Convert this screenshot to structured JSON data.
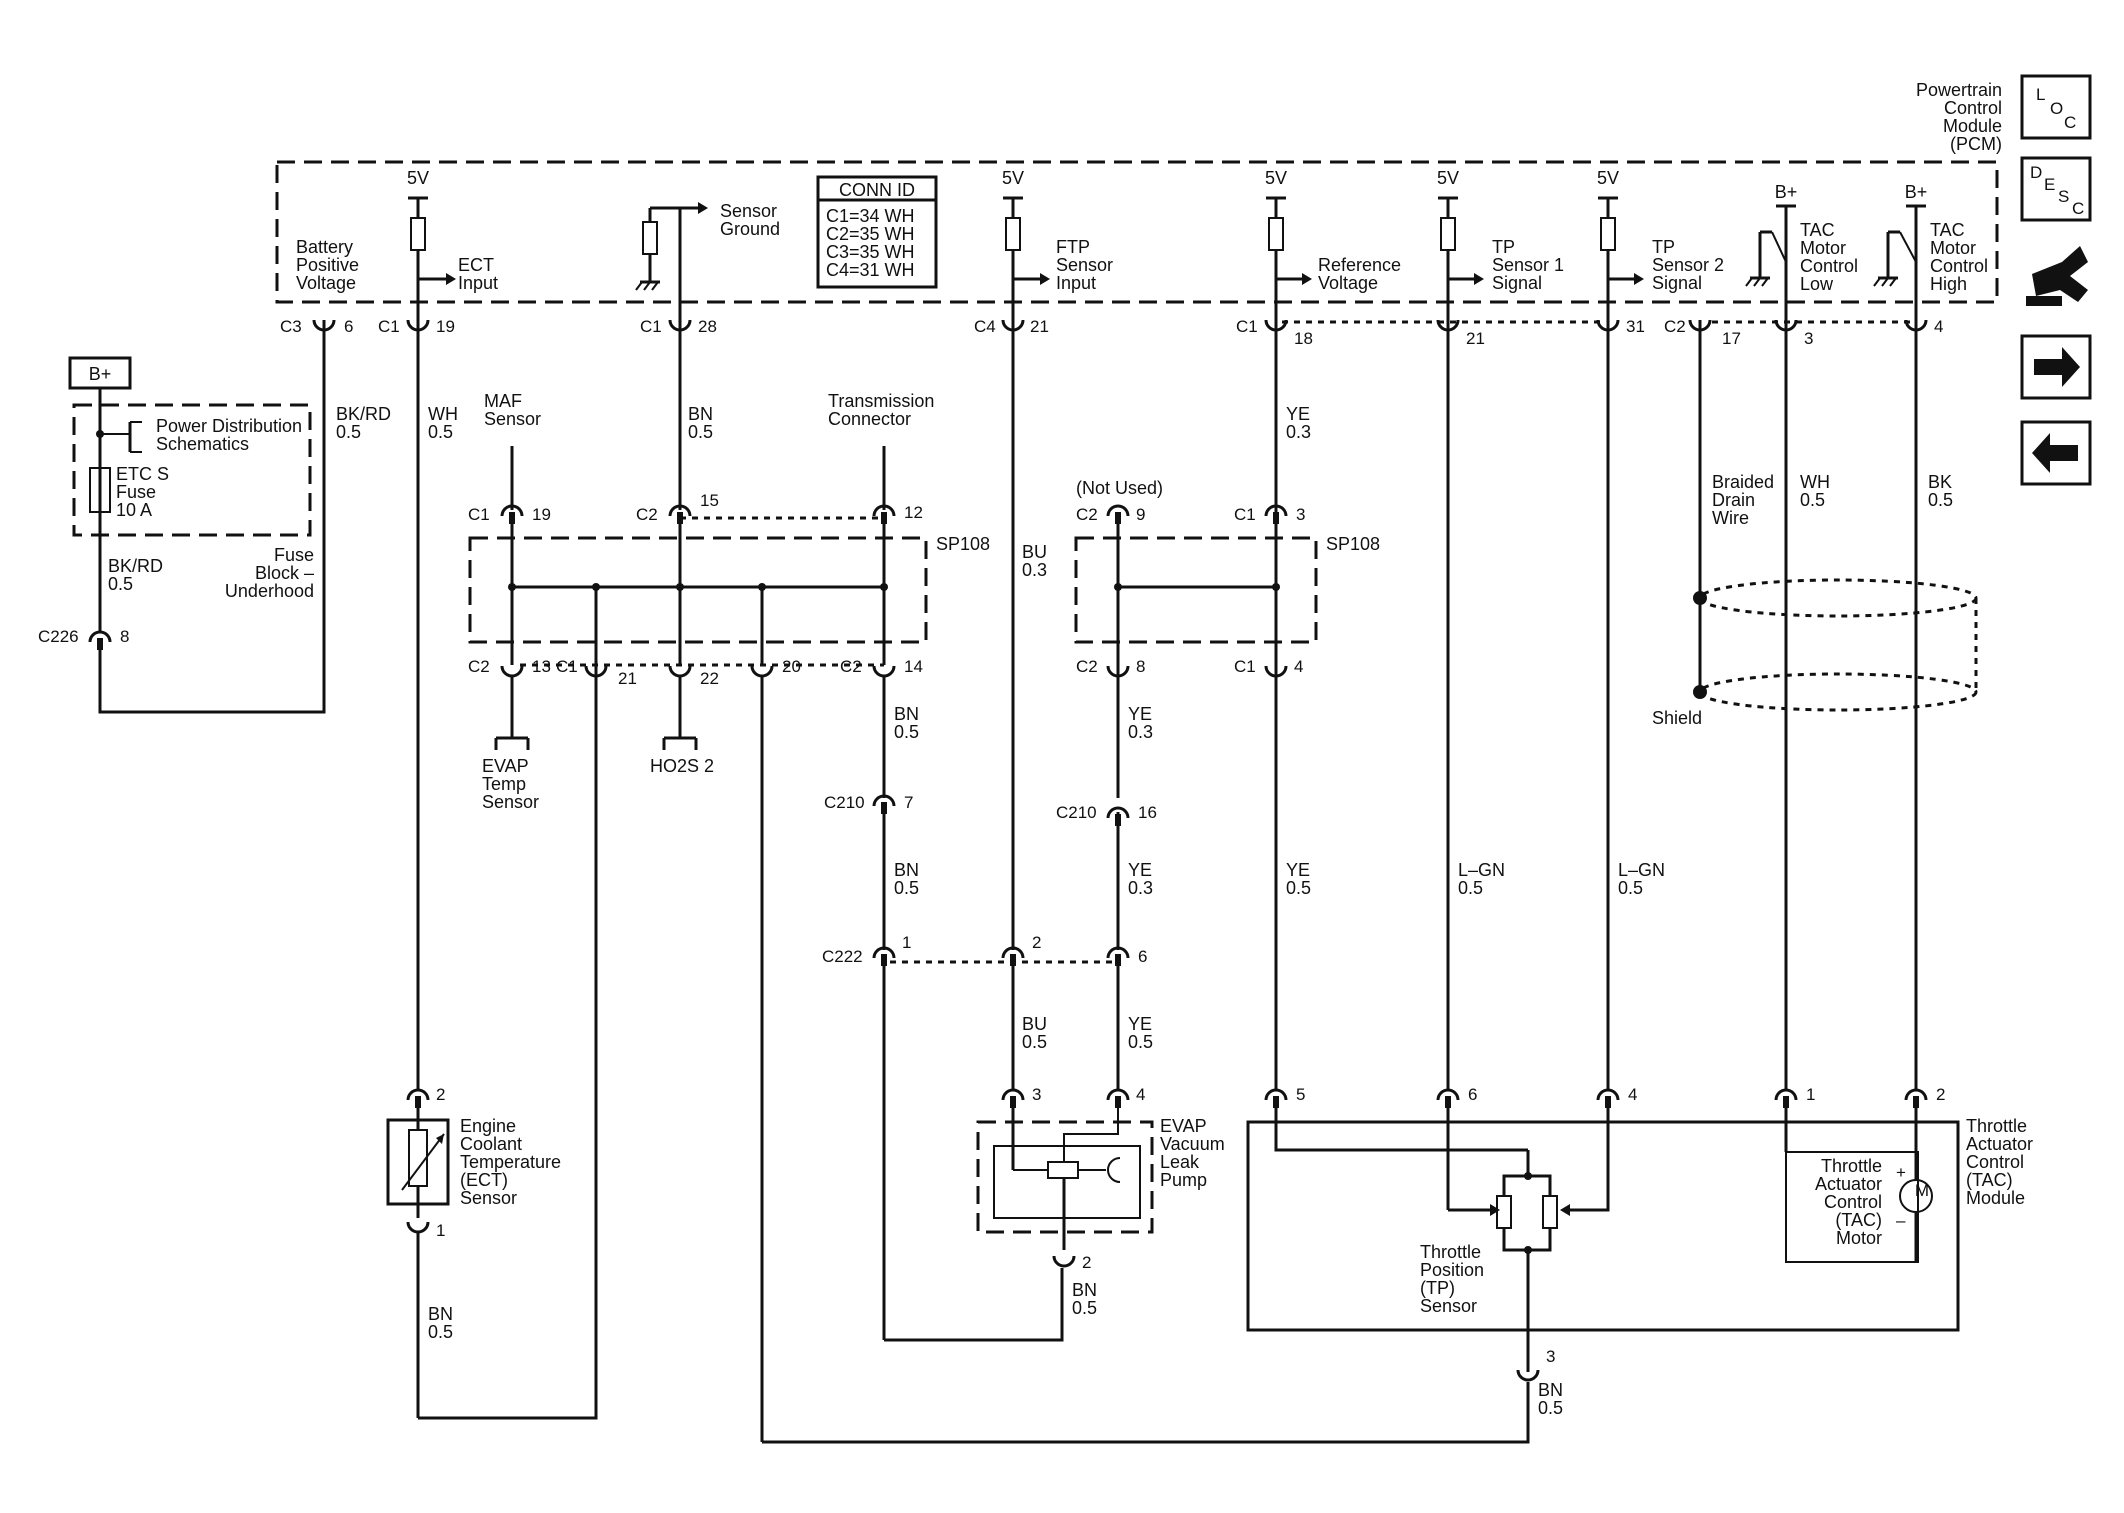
{
  "pcm_title": [
    "Powertrain",
    "Control",
    "Module",
    "(PCM)"
  ],
  "conn_id": {
    "title": "CONN ID",
    "lines": [
      "C1=34 WH",
      "C2=35 WH",
      "C3=35 WH",
      "C4=31 WH"
    ]
  },
  "pcm_inputs": {
    "battery": [
      "Battery",
      "Positive",
      "Voltage"
    ],
    "ect": [
      "ECT",
      "Input"
    ],
    "sensor_ground": [
      "Sensor",
      "Ground"
    ],
    "ftp": [
      "FTP",
      "Sensor",
      "Input"
    ],
    "reference": [
      "Reference",
      "Voltage"
    ],
    "tp1": [
      "TP",
      "Sensor 1",
      "Signal"
    ],
    "tp2": [
      "TP",
      "Sensor 2",
      "Signal"
    ],
    "tac_low": [
      "TAC",
      "Motor",
      "Control",
      "Low"
    ],
    "tac_high": [
      "TAC",
      "Motor",
      "Control",
      "High"
    ]
  },
  "supply": {
    "five_v": "5V",
    "b_plus": "B+"
  },
  "pcm_pins": {
    "c3": "C3",
    "p6": "6",
    "c1a": "C1",
    "p19": "19",
    "c1b": "C1",
    "p28": "28",
    "c4": "C4",
    "p21a": "21",
    "c1c": "C1",
    "p18": "18",
    "p21b": "21",
    "p31": "31",
    "c2": "C2",
    "p17": "17",
    "p3": "3",
    "p4": "4"
  },
  "wires": {
    "bkrd_a": [
      "BK/RD",
      "0.5"
    ],
    "bkrd_b": [
      "BK/RD",
      "0.5"
    ],
    "wh_ect": [
      "WH",
      "0.5"
    ],
    "bn_sg": [
      "BN",
      "0.5"
    ],
    "bu_ftp": [
      "BU",
      "0.3"
    ],
    "ye_ref": [
      "YE",
      "0.3"
    ],
    "bn_trans": [
      "BN",
      "0.5"
    ],
    "bn_trans2": [
      "BN",
      "0.5"
    ],
    "ye_np1": [
      "YE",
      "0.3"
    ],
    "ye_np2": [
      "YE",
      "0.3"
    ],
    "ye_ref2": [
      "YE",
      "0.5"
    ],
    "lgn_1": [
      "L–GN",
      "0.5"
    ],
    "lgn_2": [
      "L–GN",
      "0.5"
    ],
    "bu_evap": [
      "BU",
      "0.5"
    ],
    "ye_evap": [
      "YE",
      "0.5"
    ],
    "wh_tac": [
      "WH",
      "0.5"
    ],
    "bk_tac": [
      "BK",
      "0.5"
    ],
    "bn_ect": [
      "BN",
      "0.5"
    ],
    "bn_evap": [
      "BN",
      "0.5"
    ],
    "bn_tp": [
      "BN",
      "0.5"
    ]
  },
  "fuse_block": {
    "b_plus": "B+",
    "pd": [
      "Power Distribution",
      "Schematics"
    ],
    "fuse": [
      "ETC S",
      "Fuse",
      "10 A"
    ],
    "name": [
      "Fuse",
      "Block –",
      "Underhood"
    ]
  },
  "connectors": {
    "c226": "C226",
    "c226_pin": "8",
    "maf": [
      "MAF",
      "Sensor"
    ],
    "trans": [
      "Transmission",
      "Connector"
    ],
    "not_used": "(Not Used)",
    "sp108a": "SP108",
    "sp108b": "SP108",
    "c1_19": "C1",
    "p19": "19",
    "c2_15": "C2",
    "p15": "15",
    "p12": "12",
    "c2_9": "C2",
    "p9": "9",
    "c1_3": "C1",
    "p3": "3",
    "c2_13": "C2",
    "p13": "13",
    "c1_21": "C1",
    "p21": "21",
    "p22": "22",
    "p20": "20",
    "c2_14": "C2",
    "p14": "14",
    "c2_8": "C2",
    "p8": "8",
    "c1_4": "C1",
    "p4": "4",
    "c210a": "C210",
    "p7": "7",
    "c210b": "C210",
    "p16": "16",
    "c222": "C222",
    "p1": "1",
    "p2": "2",
    "p6": "6"
  },
  "components": {
    "evap_temp": [
      "EVAP",
      "Temp",
      "Sensor"
    ],
    "ho2s": "HO2S 2",
    "ect": [
      "Engine",
      "Coolant",
      "Temperature",
      "(ECT)",
      "Sensor"
    ],
    "ect_p2": "2",
    "ect_p1": "1",
    "evap_pump": [
      "EVAP",
      "Vacuum",
      "Leak",
      "Pump"
    ],
    "evap_p3": "3",
    "evap_p4": "4",
    "evap_p2": "2",
    "braided": [
      "Braided",
      "Drain",
      "Wire"
    ],
    "shield": "Shield",
    "tac_module": [
      "Throttle",
      "Actuator",
      "Control",
      "(TAC)",
      "Module"
    ],
    "tac_motor": [
      "Throttle",
      "Actuator",
      "Control",
      "(TAC)",
      "Motor"
    ],
    "motor_symbol": "M",
    "plus": "+",
    "minus": "–",
    "tp_sensor": [
      "Throttle",
      "Position",
      "(TP)",
      "Sensor"
    ],
    "tac_p5": "5",
    "tac_p6": "6",
    "tac_p4": "4",
    "tac_p1": "1",
    "tac_p2": "2",
    "tac_p3": "3"
  },
  "nav": {
    "loc": [
      "L",
      "O",
      "C"
    ],
    "desc": [
      "D",
      "E",
      "S",
      "C"
    ]
  },
  "nav_icons": [
    "loc-icon",
    "desc-icon",
    "connector-icon",
    "next-arrow-icon",
    "previous-arrow-icon"
  ]
}
